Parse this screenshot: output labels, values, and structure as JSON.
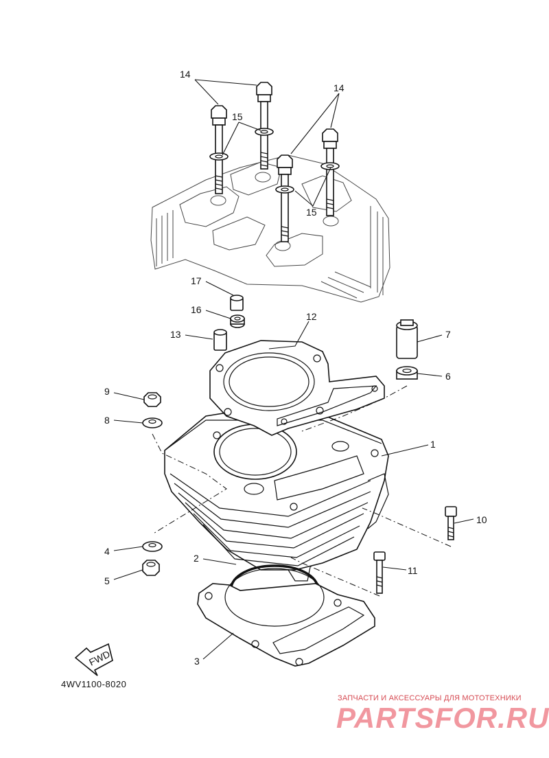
{
  "diagram": {
    "callouts": [
      {
        "id": "c1",
        "text": "1"
      },
      {
        "id": "c2",
        "text": "2"
      },
      {
        "id": "c3",
        "text": "3"
      },
      {
        "id": "c4",
        "text": "4"
      },
      {
        "id": "c5",
        "text": "5"
      },
      {
        "id": "c6",
        "text": "6"
      },
      {
        "id": "c7",
        "text": "7"
      },
      {
        "id": "c8",
        "text": "8"
      },
      {
        "id": "c9",
        "text": "9"
      },
      {
        "id": "c10",
        "text": "10"
      },
      {
        "id": "c11",
        "text": "11"
      },
      {
        "id": "c12",
        "text": "12"
      },
      {
        "id": "c13",
        "text": "13"
      },
      {
        "id": "c14a",
        "text": "14"
      },
      {
        "id": "c14b",
        "text": "14"
      },
      {
        "id": "c15a",
        "text": "15"
      },
      {
        "id": "c15b",
        "text": "15"
      },
      {
        "id": "c16",
        "text": "16"
      },
      {
        "id": "c17",
        "text": "17"
      }
    ],
    "fwd_label": "FWD",
    "part_code": "4WV1100-8020"
  },
  "watermark": {
    "tagline": "ЗАПЧАСТИ И АКСЕССУАРЫ ДЛЯ МОТОТЕХНИКИ",
    "logo": "PARTSFOR.RU",
    "color": "#f08c95"
  }
}
